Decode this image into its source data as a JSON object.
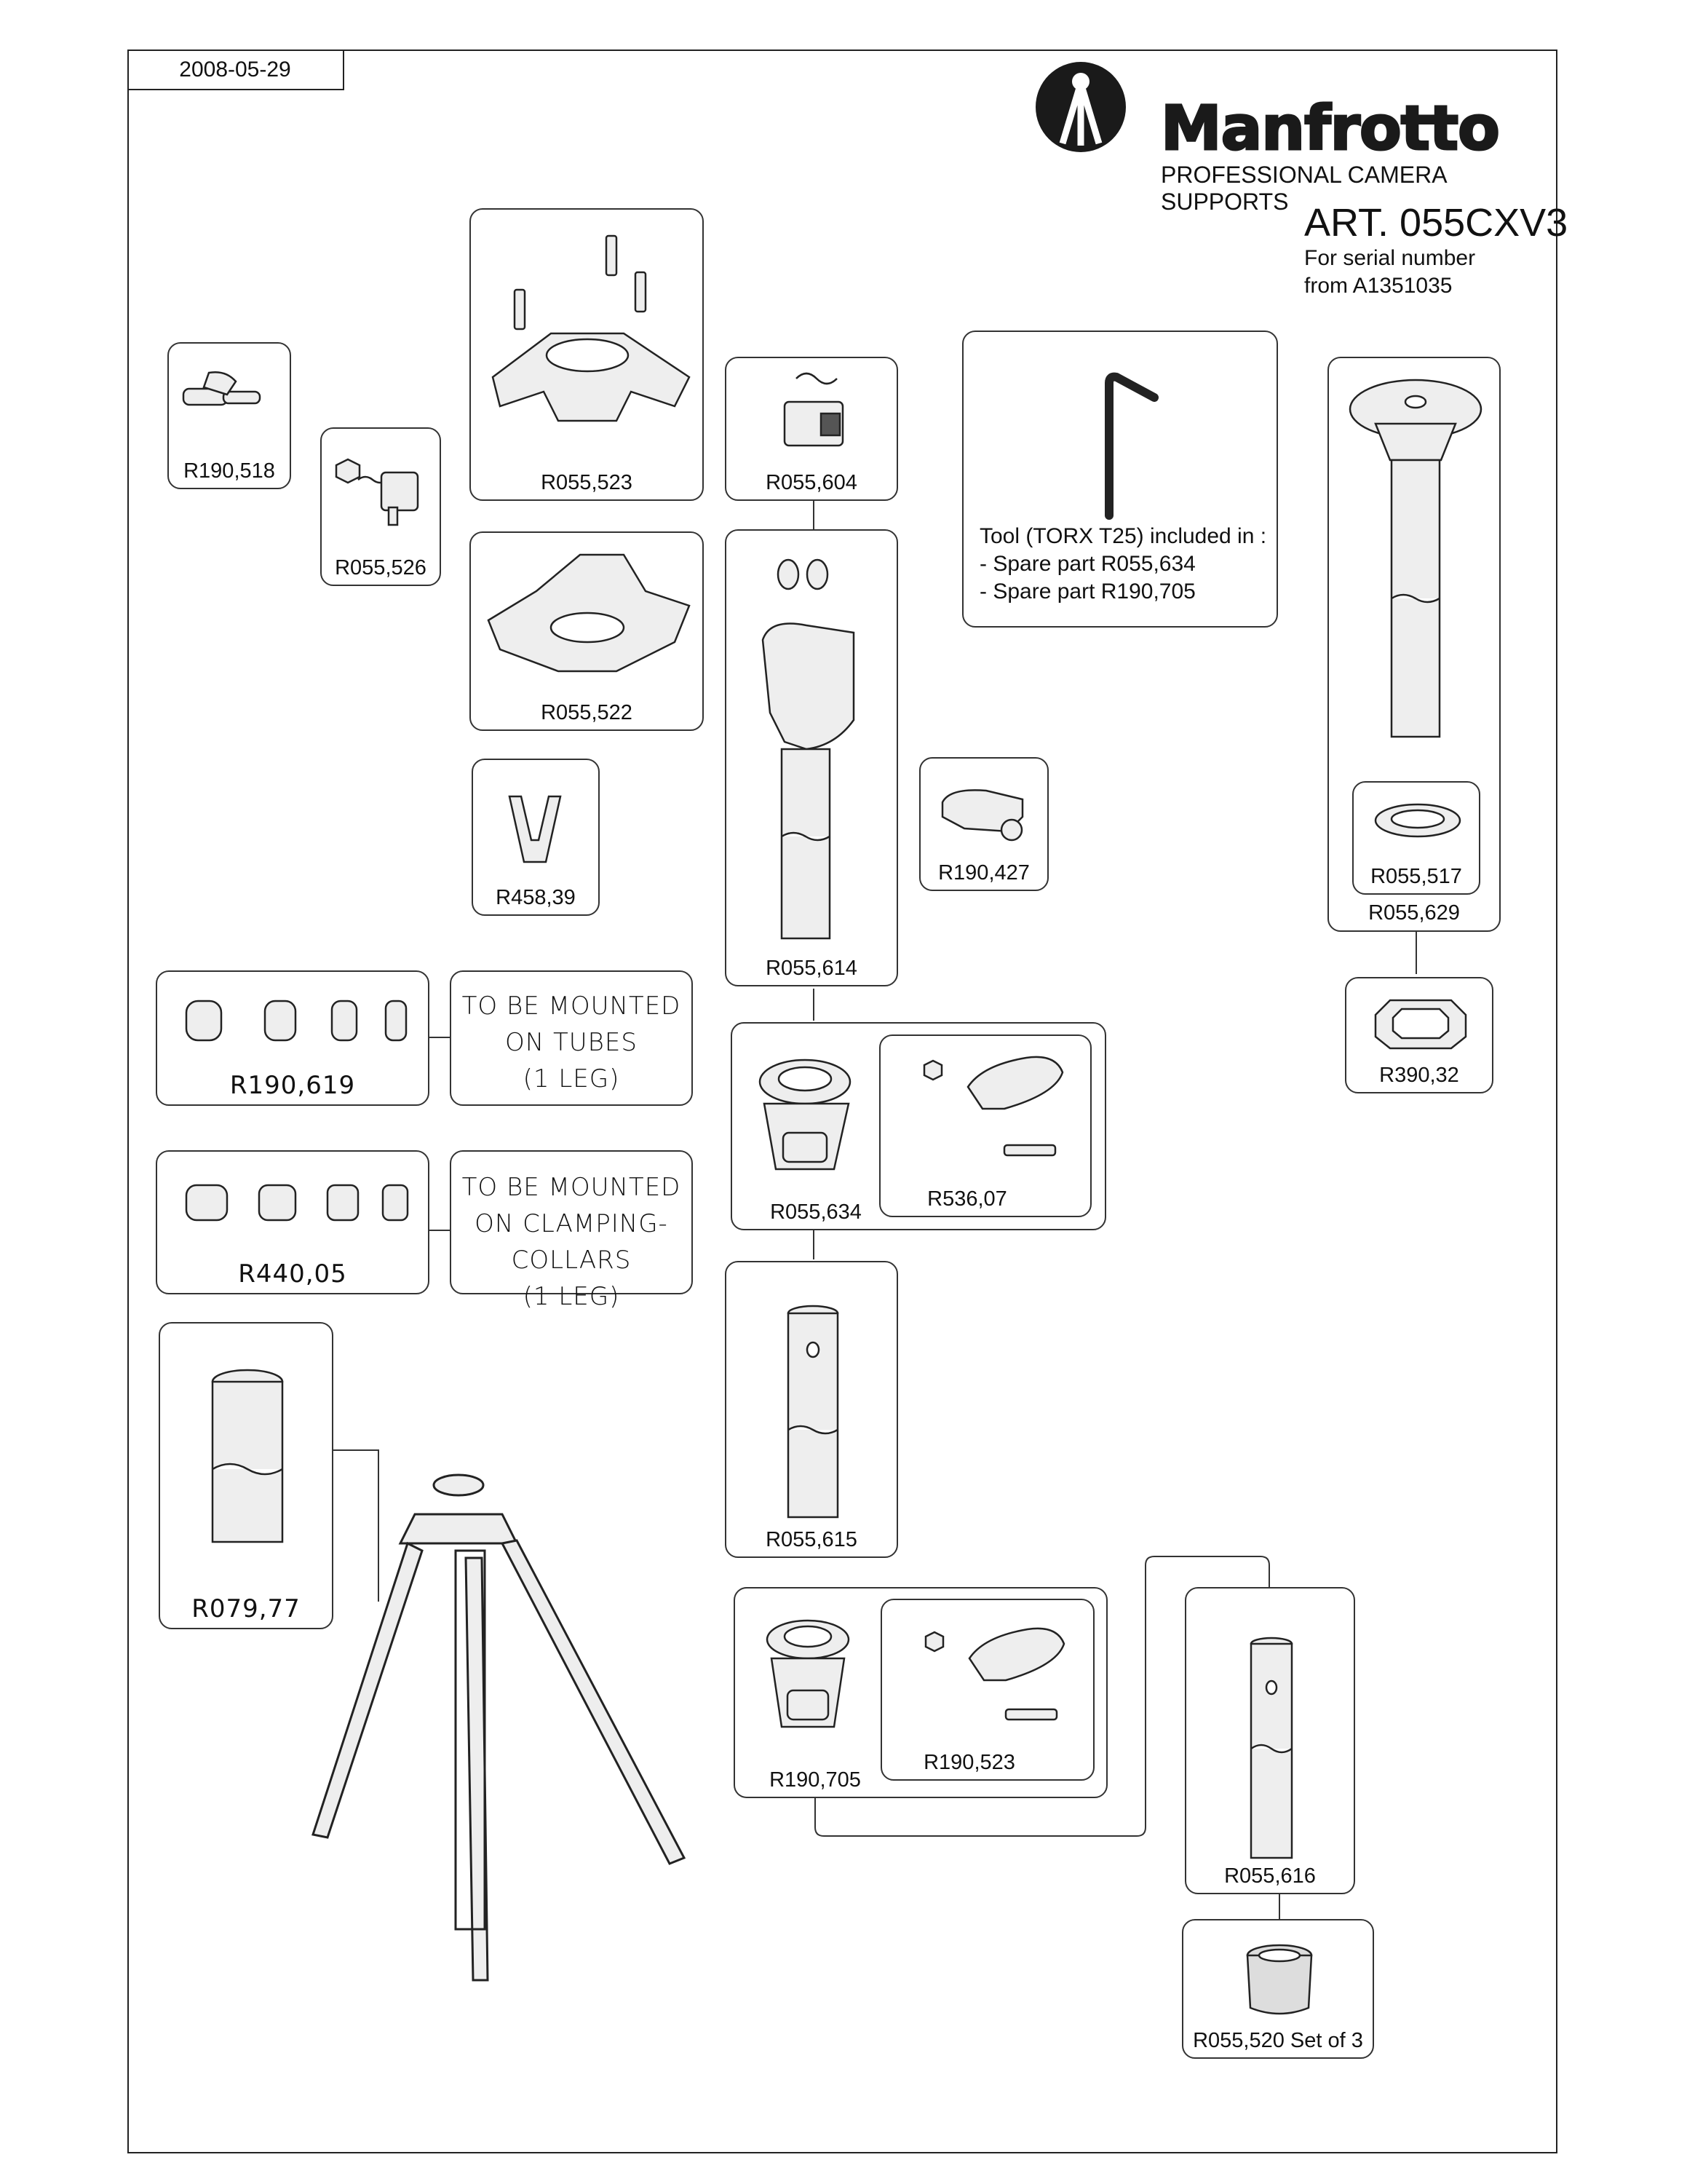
{
  "header": {
    "date": "2008-05-29",
    "brand_name": "Manfrotto",
    "brand_tagline": "PROFESSIONAL CAMERA SUPPORTS",
    "article": "ART. 055CXV3",
    "serial_line1": "For serial number",
    "serial_line2": "from A1351035"
  },
  "parts": {
    "r190_518": "R190,518",
    "r055_526": "R055,526",
    "r055_523": "R055,523",
    "r055_522": "R055,522",
    "r458_39": "R458,39",
    "r055_604": "R055,604",
    "r055_614": "R055,614",
    "r190_427": "R190,427",
    "r055_517": "R055,517",
    "r055_629": "R055,629",
    "r390_32": "R390,32",
    "r190_619": "R190,619",
    "r440_05": "R440,05",
    "r055_634": "R055,634",
    "r536_07": "R536,07",
    "r055_615": "R055,615",
    "r079_77": "R079,77",
    "r190_705": "R190,705",
    "r190_523": "R190,523",
    "r055_616": "R055,616",
    "r055_520": "R055,520 Set of 3"
  },
  "tool_note": {
    "line1": "Tool (TORX T25) included in :",
    "line2": "- Spare part R055,634",
    "line3": "- Spare part R190,705"
  },
  "mount_notes": {
    "tubes_line1": "TO BE MOUNTED",
    "tubes_line2": "ON TUBES",
    "tubes_line3": "(1 LEG)",
    "collars_line1": "TO BE MOUNTED",
    "collars_line2": "ON CLAMPING-COLLARS",
    "collars_line3": "(1 LEG)"
  },
  "icons": {
    "logo": "manfrotto-logo-icon",
    "tripod": "tripod-assembly-icon"
  }
}
